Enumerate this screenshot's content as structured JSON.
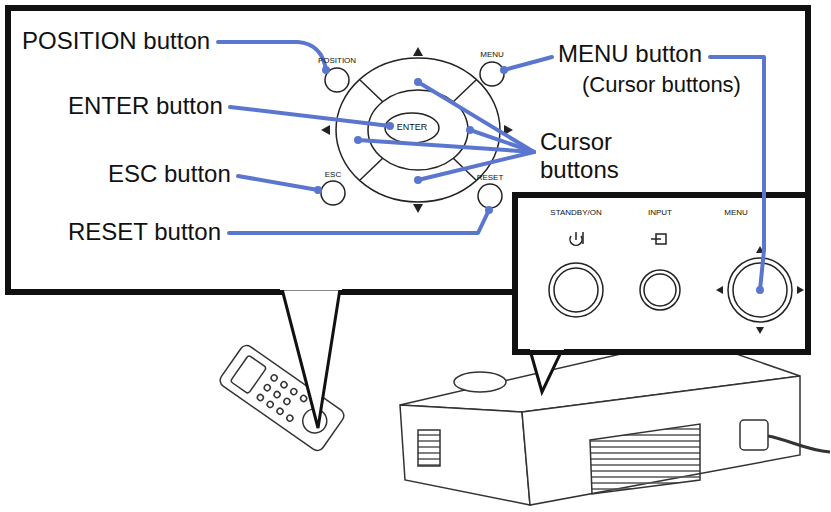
{
  "diagram": {
    "labels": [
      "POSITION button",
      "POSITION",
      "MENU",
      "MENU button",
      "(Cursor buttons)",
      "ENTER button",
      "ENTER",
      "Cursor buttons",
      "ESC button",
      "ESC",
      "RESET",
      "RESET button",
      "STANDBY/ON",
      "INPUT",
      "MENU"
    ]
  }
}
